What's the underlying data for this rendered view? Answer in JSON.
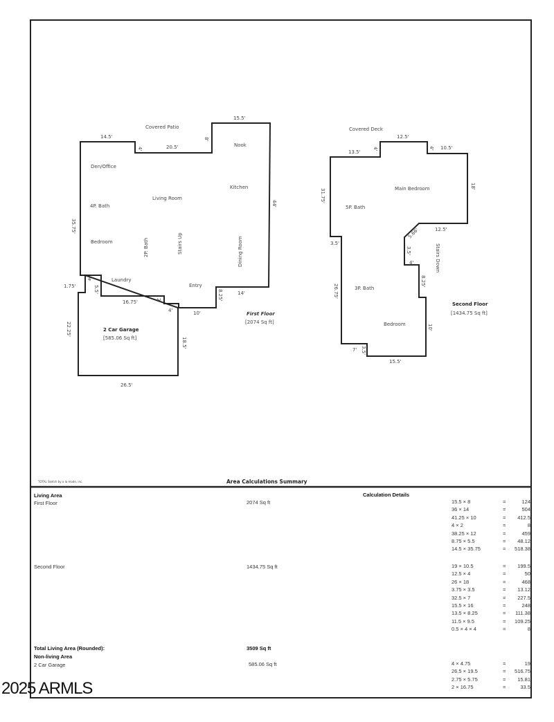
{
  "first_floor": {
    "title": "First Floor",
    "area": "[2074 Sq ft]",
    "rooms": [
      "Covered Patio",
      "Nook",
      "Den/Office",
      "Kitchen",
      "Living Room",
      "4P. Bath",
      "Bedroom",
      "2P. Bath",
      "Stairs Up",
      "Dining Room",
      "Laundry",
      "Entry"
    ],
    "dims": [
      "14.5'",
      "20.5'",
      "15.5'",
      "4'",
      "8'",
      "35.75'",
      "44'",
      "1.75'",
      "4'",
      "5.5'",
      "16.75'",
      "2'",
      "4'",
      "10'",
      "8.25'",
      "14'"
    ]
  },
  "garage": {
    "title": "2 Car Garage",
    "area": "[585.06 Sq ft]",
    "dims": [
      "22.25'",
      "18.5'",
      "26.5'"
    ]
  },
  "second_floor": {
    "title": "Second Floor",
    "area": "[1434.75 Sq ft]",
    "rooms": [
      "Covered Deck",
      "Main Bedroom",
      "5P. Bath",
      "Stairs Down",
      "3P. Bath",
      "Bedroom"
    ],
    "dims": [
      "13.5'",
      "4'",
      "12.5'",
      "4'",
      "10.5'",
      "31.75'",
      "18'",
      "12.5'",
      "5.66'",
      "3.5'",
      "3.5'",
      "4'",
      "8.25'",
      "26.75'",
      "10'",
      "7'",
      "3.5'",
      "15.5'"
    ]
  },
  "footer_credit": "TOTAL Sketch by a la mode, inc.",
  "summary": {
    "title": "Area Calculations Summary",
    "living_area_label": "Living Area",
    "calc_details_label": "Calculation Details",
    "first_floor_label": "First Floor",
    "first_floor_value": "2074 Sq ft",
    "second_floor_label": "Second Floor",
    "second_floor_value": "1434.75 Sq ft",
    "total_label": "Total Living Area (Rounded):",
    "total_value": "3509 Sq ft",
    "non_living_label": "Non-living Area",
    "garage_label": "2 Car Garage",
    "garage_value": "585.06 Sq ft",
    "first_floor_calcs": [
      {
        "expr": "15.5 × 8",
        "eq": "=",
        "result": "124"
      },
      {
        "expr": "36 × 14",
        "eq": "=",
        "result": "504"
      },
      {
        "expr": "41.25 × 10",
        "eq": "=",
        "result": "412.5"
      },
      {
        "expr": "4 × 2",
        "eq": "=",
        "result": "8"
      },
      {
        "expr": "38.25 × 12",
        "eq": "=",
        "result": "459"
      },
      {
        "expr": "8.75 × 5.5",
        "eq": "=",
        "result": "48.12"
      },
      {
        "expr": "14.5 × 35.75",
        "eq": "=",
        "result": "518.38"
      }
    ],
    "second_floor_calcs": [
      {
        "expr": "19 × 10.5",
        "eq": "=",
        "result": "199.5"
      },
      {
        "expr": "12.5 × 4",
        "eq": "=",
        "result": "50"
      },
      {
        "expr": "26 × 18",
        "eq": "=",
        "result": "468"
      },
      {
        "expr": "3.75 × 3.5",
        "eq": "=",
        "result": "13.12"
      },
      {
        "expr": "32.5 × 7",
        "eq": "=",
        "result": "227.5"
      },
      {
        "expr": "15.5 × 16",
        "eq": "=",
        "result": "248"
      },
      {
        "expr": "13.5 × 8.25",
        "eq": "=",
        "result": "111.38"
      },
      {
        "expr": "11.5 × 9.5",
        "eq": "=",
        "result": "109.25"
      },
      {
        "expr": "0.5 × 4 × 4",
        "eq": "=",
        "result": "8"
      }
    ],
    "garage_calcs": [
      {
        "expr": "4 × 4.75",
        "eq": "=",
        "result": "19"
      },
      {
        "expr": "26.5 × 19.5",
        "eq": "=",
        "result": "516.75"
      },
      {
        "expr": "2.75 × 5.75",
        "eq": "=",
        "result": "15.81"
      },
      {
        "expr": "2 × 16.75",
        "eq": "=",
        "result": "33.5"
      }
    ]
  },
  "watermark": "2025 ARMLS",
  "colors": {
    "lines": "#222222",
    "text": "#444444",
    "background": "#ffffff"
  }
}
